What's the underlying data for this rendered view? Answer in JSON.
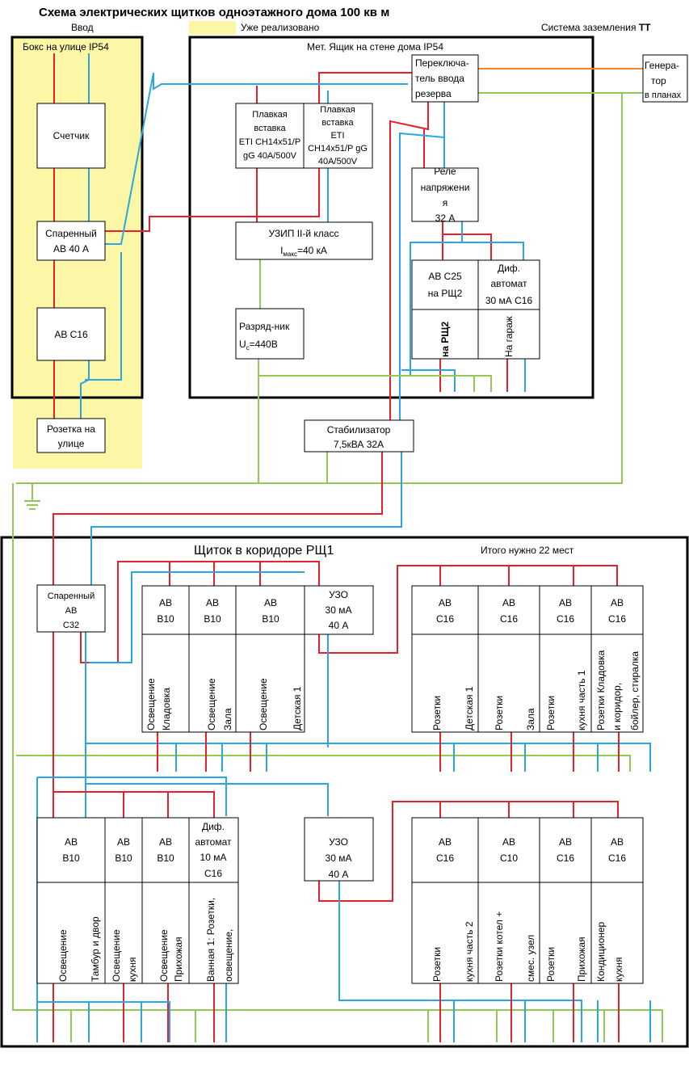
{
  "title": "Схема электрических щитков одноэтажного дома 100 кв м",
  "legend": {
    "input": "Ввод",
    "done": "Уже реализовано",
    "grounding_prefix": "Система заземления ",
    "grounding_type": "TT"
  },
  "colors": {
    "phase": "#e8202a",
    "neutral": "#2aa7e3",
    "ground": "#92c955",
    "generator": "#f58426",
    "done_fill": "#fbf7a6"
  },
  "outdoor_box": {
    "title": "Бокс на улице IP54",
    "meter": "Счетчик",
    "breaker_line1": "Спаренный",
    "breaker_line2": "АВ 40 А",
    "outdoor_breaker": "АВ С16",
    "socket_line1": "Розетка на",
    "socket_line2": "улице"
  },
  "metal_box": {
    "title": "Мет. Ящик на стене дома IP54",
    "switch_line1": "Переключа-",
    "switch_line2": "тель ввода",
    "switch_line3": "резерва",
    "fuse1": [
      "Плавкая",
      "вставка",
      "ETI CH14x51/P",
      "gG 40A/500V"
    ],
    "fuse2": [
      "Плавкая",
      "вставка",
      "ETI",
      "CH14x51/P gG",
      "40A/500V"
    ],
    "relay": [
      "Реле",
      "напряжени",
      "я",
      "32 А"
    ],
    "uzip_line1": "УЗИП II-й класс",
    "uzip_i": "I",
    "uzip_sub": "макс",
    "uzip_val": "=40 кА",
    "arrester_line1": "Разряд-ник",
    "arrester_u": "U",
    "arrester_sub": "c",
    "arrester_val": "=440В",
    "breaker_c25_line1": "АВ  С25",
    "breaker_c25_line2": "на РЩ2",
    "rsh2_label": "на РЩ2",
    "dif_line1": "Диф.",
    "dif_line2": "автомат",
    "dif_line3": "30 мА С16",
    "garage_label": "На гараж"
  },
  "generator": {
    "line1": "Генера-",
    "line2": "тор",
    "line3": "в планах"
  },
  "stabilizer": {
    "line1": "Стабилизатор",
    "line2": "7,5кВА  32А"
  },
  "rsh1": {
    "title": "Щиток в коридоре  РЩ1",
    "total": "Итого нужно 22 мест",
    "main_breaker": [
      "Спаренный",
      "АВ",
      "С32"
    ],
    "row1_group1": [
      {
        "label": "АВ",
        "rating": "В10",
        "desc1": "Освещение",
        "desc2": "Кладовка"
      },
      {
        "label": "АВ",
        "rating": "В10",
        "desc1": "Освещение",
        "desc2": "Зала"
      },
      {
        "label": "АВ",
        "rating": "В10",
        "desc1": "Освещение",
        "desc2": "Детская 1"
      }
    ],
    "rcd1": [
      "УЗО",
      "30 мА",
      "40 А"
    ],
    "row1_group2": [
      {
        "label": "АВ",
        "rating": "С16",
        "desc1": "Розетки",
        "desc2": "Детская 1"
      },
      {
        "label": "АВ",
        "rating": "С16",
        "desc1": "Розетки",
        "desc2": "Зала"
      },
      {
        "label": "АВ",
        "rating": "С16",
        "desc1": "Розетки",
        "desc2": "кухня часть 1"
      },
      {
        "label": "АВ",
        "rating": "С16",
        "desc1": "Розетки Кладовка",
        "desc2": "и коридор,",
        "desc3": "бойлер, стиралка"
      }
    ],
    "row2_group1": [
      {
        "label": "АВ",
        "rating": "В10",
        "desc1": "Освещение",
        "desc2": "Тамбур и двор"
      },
      {
        "label": "АВ",
        "rating": "В10",
        "desc1": "Освещение",
        "desc2": "кухня"
      },
      {
        "label": "АВ",
        "rating": "В10",
        "desc1": "Освещение",
        "desc2": "Прихожая"
      }
    ],
    "row2_dif": {
      "line1": "Диф.",
      "line2": "автомат",
      "line3": "10 мА",
      "line4": "С16",
      "desc1": "Ванная 1: Розетки,",
      "desc2": "освещение,"
    },
    "rcd2": [
      "УЗО",
      "30 мА",
      "40 А"
    ],
    "row2_group2": [
      {
        "label": "АВ",
        "rating": "С16",
        "desc1": "Розетки",
        "desc2": "кухня часть 2"
      },
      {
        "label": "АВ",
        "rating": "С10",
        "desc1": "Розетки котел +",
        "desc2": "смес. узел"
      },
      {
        "label": "АВ",
        "rating": "С16",
        "desc1": "Розетки",
        "desc2": "Прихожая"
      },
      {
        "label": "АВ",
        "rating": "С16",
        "desc1": "Кондиционер",
        "desc2": "кухня"
      }
    ]
  }
}
